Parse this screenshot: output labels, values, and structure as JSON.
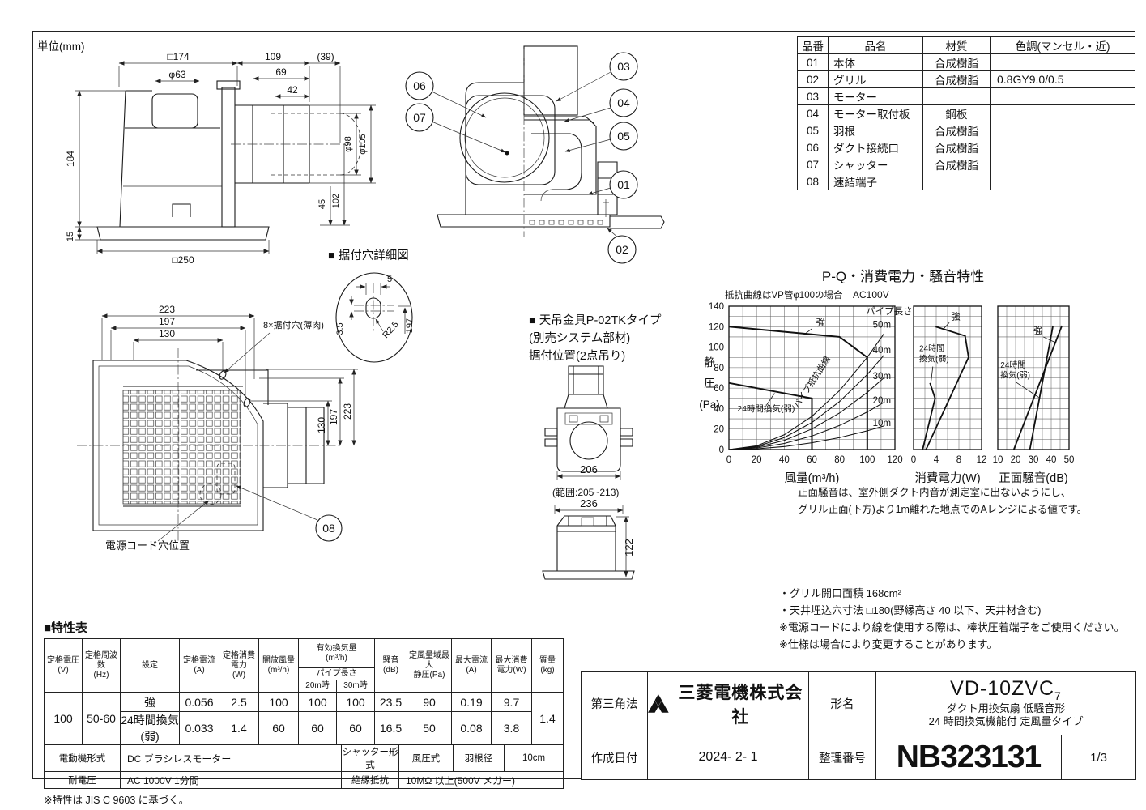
{
  "page": {
    "unit_label": "単位(mm)"
  },
  "parts_table": {
    "headers": [
      "品番",
      "品名",
      "材質",
      "色調(マンセル・近)"
    ],
    "rows": [
      [
        "01",
        "本体",
        "合成樹脂",
        ""
      ],
      [
        "02",
        "グリル",
        "合成樹脂",
        "0.8GY9.0/0.5"
      ],
      [
        "03",
        "モーター",
        "",
        ""
      ],
      [
        "04",
        "モーター取付板",
        "鋼板",
        ""
      ],
      [
        "05",
        "羽根",
        "合成樹脂",
        ""
      ],
      [
        "06",
        "ダクト接続口",
        "合成樹脂",
        ""
      ],
      [
        "07",
        "シャッター",
        "合成樹脂",
        ""
      ],
      [
        "08",
        "速結端子",
        "",
        ""
      ]
    ]
  },
  "drawings": {
    "side_view": {
      "sq174": "□174",
      "len109": "109",
      "len39": "(39)",
      "dia63": "φ63",
      "len69": "69",
      "len42": "42",
      "h184": "184",
      "h15": "15",
      "sq250": "□250",
      "dia98": "φ98",
      "dia105": "φ105",
      "len45": "45",
      "len102": "102"
    },
    "section_view": {
      "c01": "01",
      "c02": "02",
      "c03": "03",
      "c04": "04",
      "c05": "05",
      "c06": "06",
      "c07": "07",
      "c08": "08"
    },
    "detail_view": {
      "title": "■ 据付穴詳細図",
      "slot_w": "5",
      "slot_h": "3.5",
      "radius": "R2.5",
      "pos197": "197"
    },
    "grille_view": {
      "d223": "223",
      "d197": "197",
      "d130": "130",
      "r130": "130",
      "r197": "197",
      "r223": "223",
      "holes_label": "8×据付穴(薄肉)",
      "cord_label": "電源コード穴位置"
    },
    "bracket_view": {
      "title": "■ 天吊金具P-02TKタイプ",
      "sub1": "(別売システム部材)",
      "sub2": "据付位置(2点吊り)",
      "w206": "206",
      "range": "(範囲:205~213)",
      "w236": "236",
      "h122": "122"
    }
  },
  "charts": {
    "title": "P-Q・消費電力・騒音特性",
    "header_left": "抵抗曲線はVP管φ100の場合",
    "header_right": "AC100V",
    "ylabel_lines": [
      "静",
      "圧",
      "(Pa)"
    ],
    "note_line1": "正面騒音は、室外側ダクト内音が測定室に出ないようにし、",
    "note_line2": "グリル正面(下方)より1m離れた地点でのAレンジによる値です。"
  },
  "chart_data": [
    {
      "type": "line",
      "name": "pq-curve",
      "xlabel": "風量(m³/h)",
      "ylabel": "静圧(Pa)",
      "x": {
        "min": 0,
        "max": 120,
        "grid": 10,
        "ticks": [
          0,
          20,
          40,
          60,
          80,
          100,
          120
        ]
      },
      "y": {
        "min": 0,
        "max": 140,
        "grid": 10,
        "ticks": [
          0,
          20,
          40,
          60,
          80,
          100,
          120,
          140
        ]
      },
      "series": [
        {
          "name": "強 ファン特性",
          "w": 2.0,
          "pts": [
            [
              0,
              120
            ],
            [
              80,
              110
            ],
            [
              100,
              90
            ],
            [
              100,
              0
            ]
          ]
        },
        {
          "name": "24時間換気(弱) ファン特性",
          "w": 2.0,
          "pts": [
            [
              0,
              65
            ],
            [
              60,
              50
            ],
            [
              60,
              0
            ]
          ]
        },
        {
          "name": "パイプ抵抗曲線 50m",
          "w": 1.05,
          "pts": [
            [
              0,
              0
            ],
            [
              20,
              3.6
            ],
            [
              40,
              14.4
            ],
            [
              60,
              32.4
            ],
            [
              80,
              57.6
            ],
            [
              100,
              90
            ],
            [
              112,
              113
            ]
          ]
        },
        {
          "name": "パイプ抵抗曲線 40m",
          "w": 1.05,
          "pts": [
            [
              0,
              0
            ],
            [
              20,
              2.9
            ],
            [
              40,
              11.7
            ],
            [
              60,
              26.4
            ],
            [
              80,
              46.9
            ],
            [
              100,
              73.3
            ],
            [
              112,
              92
            ]
          ]
        },
        {
          "name": "パイプ抵抗曲線 30m",
          "w": 1.05,
          "pts": [
            [
              0,
              0
            ],
            [
              20,
              2.2
            ],
            [
              40,
              8.9
            ],
            [
              60,
              20.1
            ],
            [
              80,
              35.7
            ],
            [
              100,
              55.8
            ],
            [
              112,
              70
            ]
          ]
        },
        {
          "name": "パイプ抵抗曲線 20m",
          "w": 1.05,
          "pts": [
            [
              0,
              0
            ],
            [
              20,
              1.5
            ],
            [
              40,
              5.9
            ],
            [
              60,
              13.2
            ],
            [
              80,
              23.5
            ],
            [
              100,
              36.7
            ],
            [
              112,
              46
            ]
          ]
        },
        {
          "name": "パイプ抵抗曲線 10m",
          "w": 1.05,
          "pts": [
            [
              0,
              0
            ],
            [
              20,
              0.7
            ],
            [
              40,
              2.9
            ],
            [
              60,
              6.6
            ],
            [
              80,
              11.7
            ],
            [
              100,
              18.3
            ],
            [
              112,
              23
            ]
          ]
        }
      ],
      "labels": [
        {
          "t": "強",
          "x": 63,
          "y": 121,
          "s": 11.5,
          "leader": [
            60,
            118,
            54,
            112
          ]
        },
        {
          "t": "24時間換気(弱)",
          "x": 6,
          "y": 37,
          "s": 10.5,
          "leader": [
            27,
            43,
            33,
            55
          ]
        },
        {
          "t": "パイプ長さ",
          "x": 99,
          "y": 132,
          "s": 11.5
        },
        {
          "t": "50m",
          "x": 104,
          "y": 119,
          "s": 11.5
        },
        {
          "t": "40m",
          "x": 104,
          "y": 94,
          "s": 11.5
        },
        {
          "t": "30m",
          "x": 104,
          "y": 69,
          "s": 11.5
        },
        {
          "t": "20m",
          "x": 104,
          "y": 45,
          "s": 11.5
        },
        {
          "t": "10m",
          "x": 104,
          "y": 23,
          "s": 11.5
        },
        {
          "t": "パイプ抵抗曲線",
          "x": 50,
          "y": 40,
          "s": 10.5,
          "rot": -57
        }
      ]
    },
    {
      "type": "line",
      "name": "power-curve",
      "xlabel": "消費電力(W)",
      "x": {
        "min": 0,
        "max": 12,
        "grid": 2,
        "ticks": [
          0,
          4,
          8,
          12
        ]
      },
      "y": {
        "min": 0,
        "max": 140,
        "grid": 10,
        "ticks": []
      },
      "series": [
        {
          "name": "強",
          "w": 1.8,
          "pts": [
            [
              3.9,
              120
            ],
            [
              9.1,
              111
            ],
            [
              9.7,
              90
            ],
            [
              2.2,
              0
            ]
          ]
        },
        {
          "name": "24時間換気(弱)",
          "w": 1.8,
          "pts": [
            [
              2.9,
              65
            ],
            [
              3.8,
              50
            ],
            [
              1.6,
              0
            ]
          ]
        }
      ],
      "labels": [
        {
          "t": "強",
          "x": 6.6,
          "y": 127,
          "s": 11.5,
          "leader": [
            6.3,
            124,
            5.3,
            118
          ]
        },
        {
          "t": "24時間",
          "x": 1.0,
          "y": 96,
          "s": 10
        },
        {
          "t": "換気(弱)",
          "x": 1.0,
          "y": 86,
          "s": 10,
          "leader": [
            3.4,
            81,
            3.1,
            67
          ]
        }
      ]
    },
    {
      "type": "line",
      "name": "noise-curve",
      "xlabel": "正面騒音(dB)",
      "x": {
        "min": 10,
        "max": 50,
        "grid": 5,
        "ticks": [
          10,
          20,
          30,
          40,
          50
        ]
      },
      "y": {
        "min": 0,
        "max": 140,
        "grid": 10,
        "ticks": []
      },
      "series": [
        {
          "name": "強",
          "w": 1.8,
          "pts": [
            [
              19,
              0
            ],
            [
              46,
              121
            ]
          ]
        },
        {
          "name": "24時間換気(弱)",
          "w": 1.8,
          "pts": [
            [
              28,
              0
            ],
            [
              41,
              121
            ]
          ]
        }
      ],
      "labels": [
        {
          "t": "強",
          "x": 30,
          "y": 113,
          "s": 11.5,
          "leader": [
            35.5,
            110,
            43,
            104
          ]
        },
        {
          "t": "24時間",
          "x": 11.5,
          "y": 80,
          "s": 10
        },
        {
          "t": "換気(弱)",
          "x": 11.5,
          "y": 70,
          "s": 10,
          "leader": [
            20,
            66,
            33,
            51
          ]
        }
      ]
    }
  ],
  "notes": {
    "grill": "・グリル開口面積 168cm²",
    "ceiling": "・天井埋込穴寸法 □180(野縁高さ 40 以下、天井材含む)",
    "cord": "※電源コードにより線を使用する際は、棒状圧着端子をご使用ください。",
    "spec": "※仕様は場合により変更することがあります。"
  },
  "spec_table": {
    "title": "■特性表",
    "headers": {
      "voltage": "定格電圧\n(V)",
      "freq": "定格周波数\n(Hz)",
      "setting": "設定",
      "current": "定格電流\n(A)",
      "power": "定格消費電力\n(W)",
      "open_flow": "開放風量\n(m³/h)",
      "effective": "有効換気量\n(m³/h)",
      "pipe_len": "パイプ長さ",
      "p20": "20m時",
      "p30": "30m時",
      "noise": "騒音\n(dB)",
      "max_static": "定風量域最大\n静圧(Pa)",
      "max_current": "最大電流\n(A)",
      "max_power": "最大消費\n電力(W)",
      "mass": "質量\n(kg)"
    },
    "voltage": "100",
    "freq": "50-60",
    "mass": "1.4",
    "strong": {
      "setting": "強",
      "current": "0.056",
      "power": "2.5",
      "open_flow": "100",
      "p20": "100",
      "p30": "100",
      "noise": "23.5",
      "max_static": "90",
      "max_current": "0.19",
      "max_power": "9.7"
    },
    "weak": {
      "setting": "24時間換気(弱)",
      "current": "0.033",
      "power": "1.4",
      "open_flow": "60",
      "p20": "60",
      "p30": "60",
      "noise": "16.5",
      "max_static": "50",
      "max_current": "0.08",
      "max_power": "3.8"
    },
    "bottom": {
      "motor_label": "電動機形式",
      "motor": "DC ブラシレスモーター",
      "shutter_label": "シャッター形式",
      "shutter": "風圧式",
      "blade_label": "羽根径",
      "blade": "10cm",
      "withstand_label": "耐電圧",
      "withstand": "AC 1000V 1分間",
      "insulation_label": "絶縁抵抗",
      "insulation": "10MΩ 以上(500V メガー)"
    },
    "footnote": "※特性は JIS C 9603 に基づく。"
  },
  "title_block": {
    "projection": "第三角法",
    "company": "三菱電機株式会社",
    "model_label": "形名",
    "model": "VD-10ZVC",
    "model_sub": "7",
    "model_desc1": "ダクト用換気扇 低騒音形",
    "model_desc2": "24 時間換気機能付 定風量タイプ",
    "date_label": "作成日付",
    "date": "2024- 2- 1",
    "number_label": "整理番号",
    "number": "NB323131",
    "page": "1/3"
  }
}
